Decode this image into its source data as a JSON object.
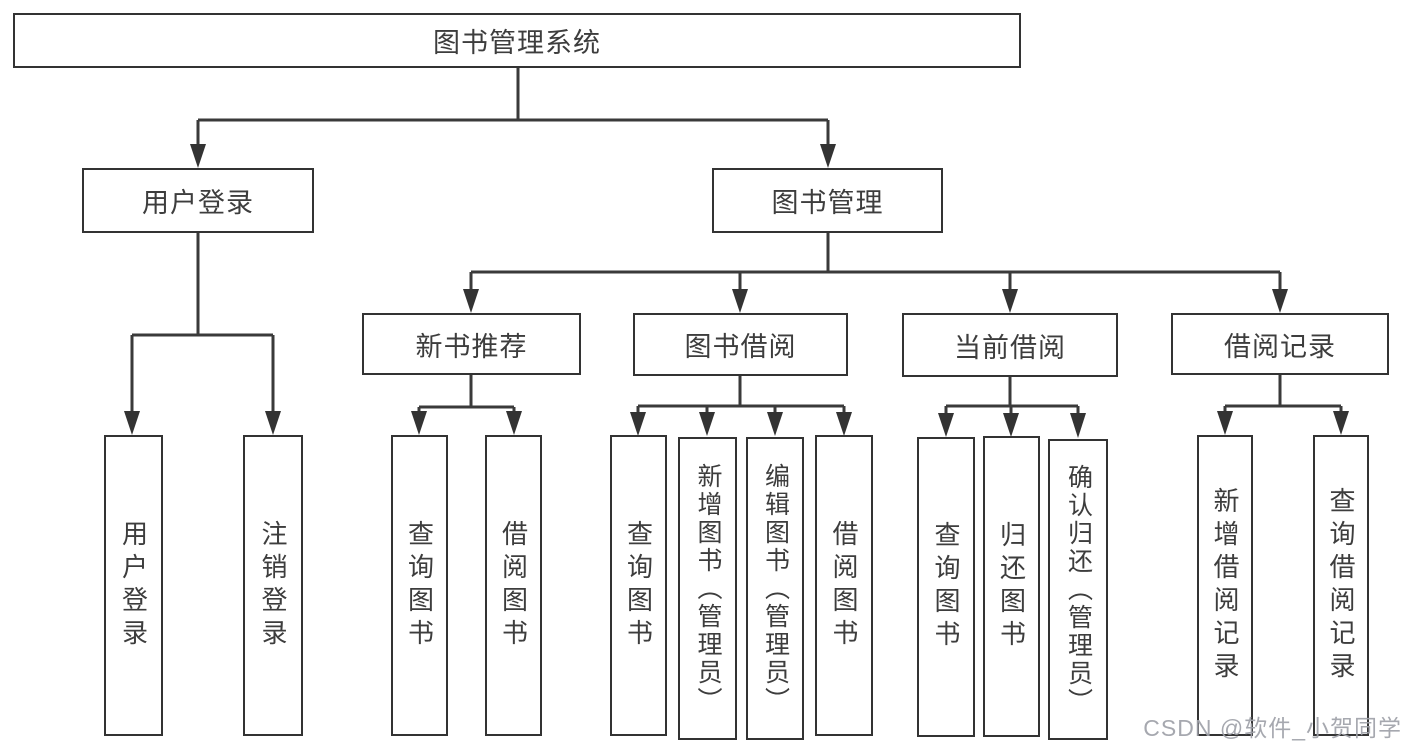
{
  "diagram": {
    "tree": {
      "root": {
        "label": "图书管理系统"
      },
      "branches": [
        {
          "label": "用户登录",
          "leaves": [
            {
              "label": "用户登录"
            },
            {
              "label": "注销登录"
            }
          ]
        },
        {
          "label": "图书管理",
          "groups": [
            {
              "label": "新书推荐",
              "leaves": [
                {
                  "label": "查询图书"
                },
                {
                  "label": "借阅图书"
                }
              ]
            },
            {
              "label": "图书借阅",
              "leaves": [
                {
                  "label": "查询图书"
                },
                {
                  "label": "新增图书（管理员）"
                },
                {
                  "label": "编辑图书（管理员）"
                },
                {
                  "label": "借阅图书"
                }
              ]
            },
            {
              "label": "当前借阅",
              "leaves": [
                {
                  "label": "查询图书"
                },
                {
                  "label": "归还图书"
                },
                {
                  "label": "确认归还（管理员）"
                }
              ]
            },
            {
              "label": "借阅记录",
              "leaves": [
                {
                  "label": "新增借阅记录"
                },
                {
                  "label": "查询借阅记录"
                }
              ]
            }
          ]
        }
      ]
    },
    "watermark": {
      "text": "CSDN @软件_小贺同学"
    },
    "colors": {
      "line": "#3a3a3a",
      "box_border": "#333333",
      "text": "#3d3d3d",
      "background": "#ffffff",
      "watermark": "#9ea1a8"
    }
  }
}
